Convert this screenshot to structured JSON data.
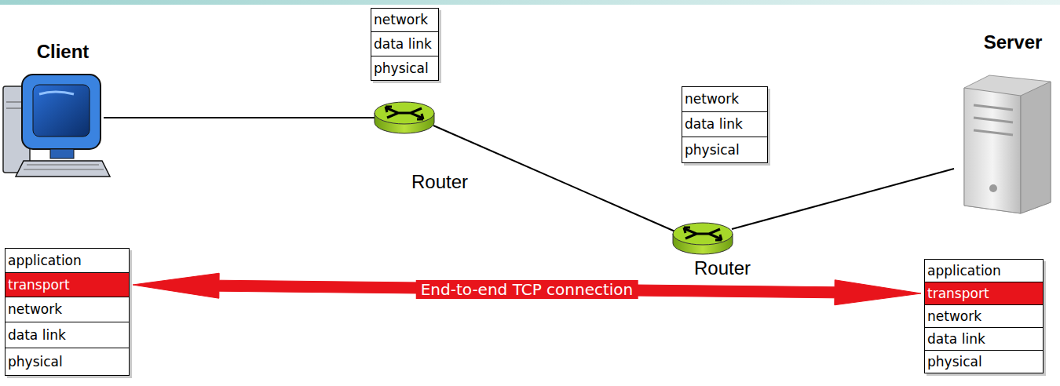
{
  "diagram": {
    "nodes": [
      {
        "text": [
          "network"
        ]
      },
      {
        "text": [
          "data link"
        ]
      },
      {
        "text": [
          "physical"
        ]
      },
      {
        "text": [
          "network"
        ]
      },
      {
        "text": [
          "data link"
        ]
      },
      {
        "text": [
          "physical"
        ]
      },
      {
        "text": [
          "application"
        ]
      },
      {
        "text": [
          "transport"
        ]
      },
      {
        "text": [
          "network"
        ]
      },
      {
        "text": [
          "data link"
        ]
      },
      {
        "text": [
          "physical"
        ]
      },
      {
        "text": [
          "application"
        ]
      },
      {
        "text": [
          "transport"
        ]
      },
      {
        "text": [
          "network"
        ]
      },
      {
        "text": [
          "data link"
        ]
      },
      {
        "text": [
          "physical"
        ]
      }
    ],
    "edges": [
      {
        "from": 7,
        "to": 12,
        "label": "End-to-end TCP connection",
        "arrow": "both"
      }
    ],
    "labels": [
      "Client",
      "Server",
      "Router",
      "Router"
    ]
  }
}
